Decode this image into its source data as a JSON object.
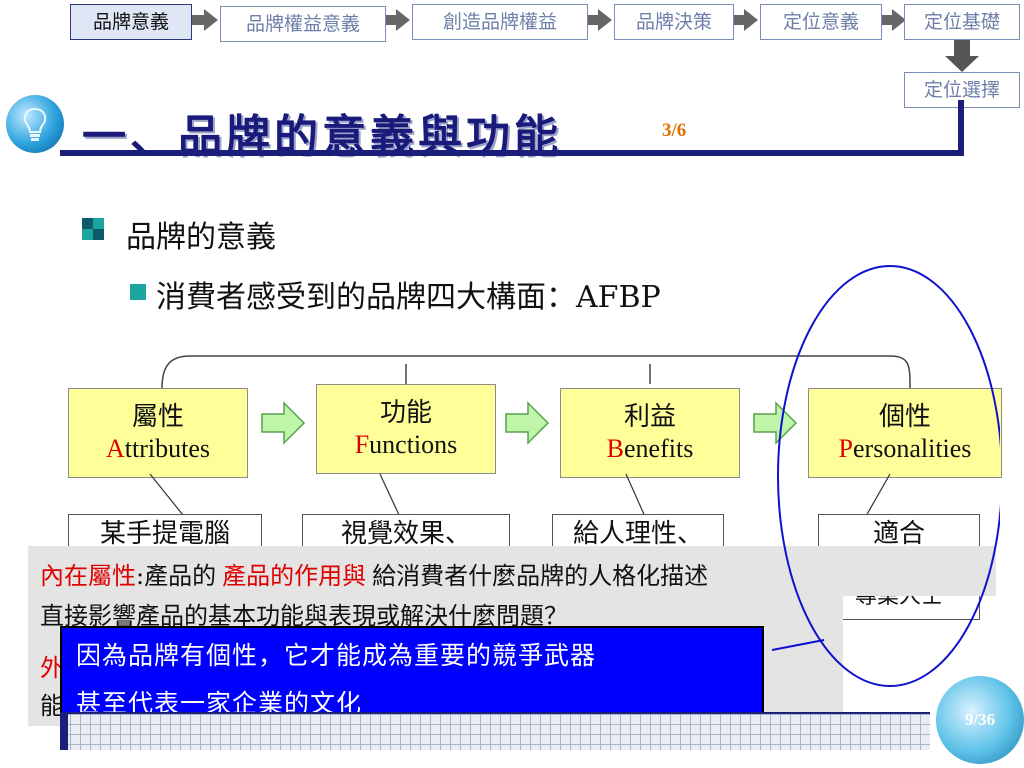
{
  "nav": {
    "items": [
      {
        "label": "品牌意義",
        "active": true
      },
      {
        "label": "品牌權益意義",
        "active": false
      },
      {
        "label": "創造品牌權益",
        "active": false
      },
      {
        "label": "品牌決策",
        "active": false
      },
      {
        "label": "定位意義",
        "active": false
      },
      {
        "label": "定位基礎",
        "active": false
      }
    ],
    "extra": {
      "label": "定位選擇"
    }
  },
  "header": {
    "title": "一、品牌的意義與功能",
    "fraction": "3/6"
  },
  "bullets": {
    "level1": "品牌的意義",
    "level2": "消費者感受到的品牌四大構面：AFBP"
  },
  "boxes": [
    {
      "zh": "屬性",
      "initial": "A",
      "rest": "ttributes"
    },
    {
      "zh": "功能",
      "initial": "F",
      "rest": "unctions"
    },
    {
      "zh": "利益",
      "initial": "B",
      "rest": "enefits"
    },
    {
      "zh": "個性",
      "initial": "P",
      "rest": "ersonalities"
    }
  ],
  "white_boxes": [
    {
      "text": "某手提電腦"
    },
    {
      "text": "視覺效果、"
    },
    {
      "text": "給人理性、"
    },
    {
      "text": "適合"
    }
  ],
  "white_box_tail": "專業人士",
  "grey_panel": {
    "line1": {
      "red": "內在屬性",
      "text1": ":產品的",
      "red2": "產品的作用與",
      "text2": "給消費者什麼品牌的人格化描述"
    },
    "line2": "直接影響產品的基本功能與表現或解決什麼問題？",
    "line3_red": "外",
    "line4": "能"
  },
  "blue_panel": {
    "line1": "因為品牌有個性，它才能成為重要的競爭武器",
    "line2": "甚至代表一家企業的文化"
  },
  "footer": {
    "page": "9/36"
  },
  "colors": {
    "accent": "#1c1f7a",
    "yellow": "#ffff99",
    "blue_box": "#0000ff",
    "red": "#e00000",
    "ellipse": "#1010d0"
  }
}
